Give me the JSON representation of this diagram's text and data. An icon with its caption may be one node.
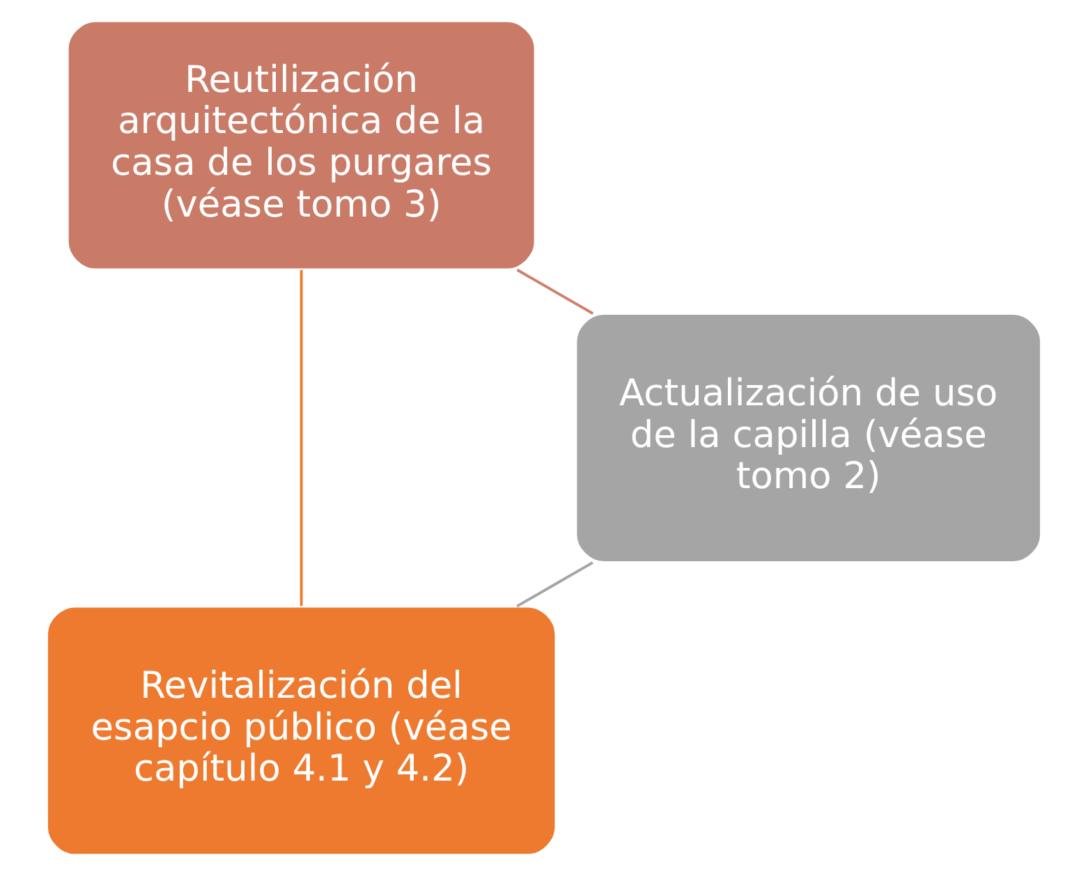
{
  "diagram": {
    "nodes": [
      {
        "text": [
          "Revitalización del esapcio público (véase capítulo 4.1 y 4.2)"
        ]
      },
      {
        "text": [
          "Reutilización arquitectónica de la casa de los purgares (véase tomo 3)"
        ]
      },
      {
        "text": [
          "Actualización de uso de la capilla (véase tomo 2)"
        ]
      }
    ],
    "edges": [
      {
        "from": 0,
        "to": 1,
        "arrow": "none",
        "color": "#ed7d31"
      },
      {
        "from": 1,
        "to": 2,
        "arrow": "none",
        "color": "#d0806a"
      },
      {
        "from": 2,
        "to": 0,
        "arrow": "none",
        "color": "#a5a5a5"
      }
    ]
  }
}
